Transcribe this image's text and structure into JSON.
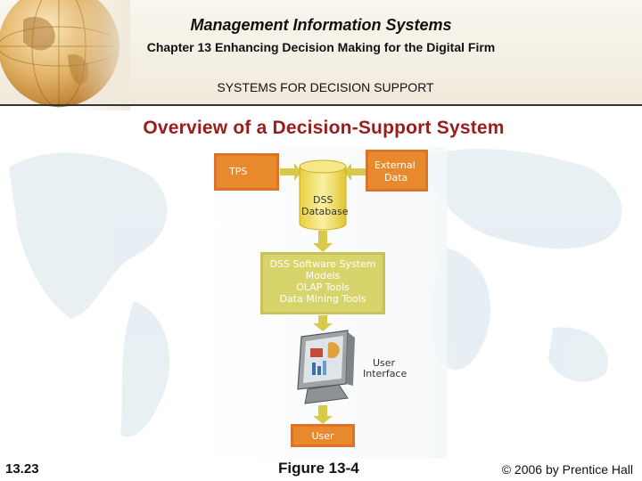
{
  "header": {
    "book_title": "Management Information Systems",
    "chapter_title": "Chapter 13 Enhancing Decision Making for the Digital Firm",
    "section_title": "SYSTEMS FOR DECISION SUPPORT"
  },
  "slide_title": "Overview of a Decision-Support System",
  "diagram": {
    "tps": "TPS",
    "external_data": [
      "External",
      "Data"
    ],
    "database": [
      "DSS",
      "Database"
    ],
    "software_system": [
      "DSS Software System",
      "Models",
      "OLAP Tools",
      "Data Mining Tools"
    ],
    "user_interface": [
      "User",
      "Interface"
    ],
    "user": "User",
    "colors": {
      "orange": "#e8892e",
      "orange_dark": "#c4671a",
      "yellow": "#f2e36a",
      "olive": "#cfc85f",
      "title_red": "#9a1d1d"
    }
  },
  "footer": {
    "slide_number": "13.23",
    "figure_label": "Figure 13-4",
    "copyright": "© 2006 by Prentice Hall"
  }
}
